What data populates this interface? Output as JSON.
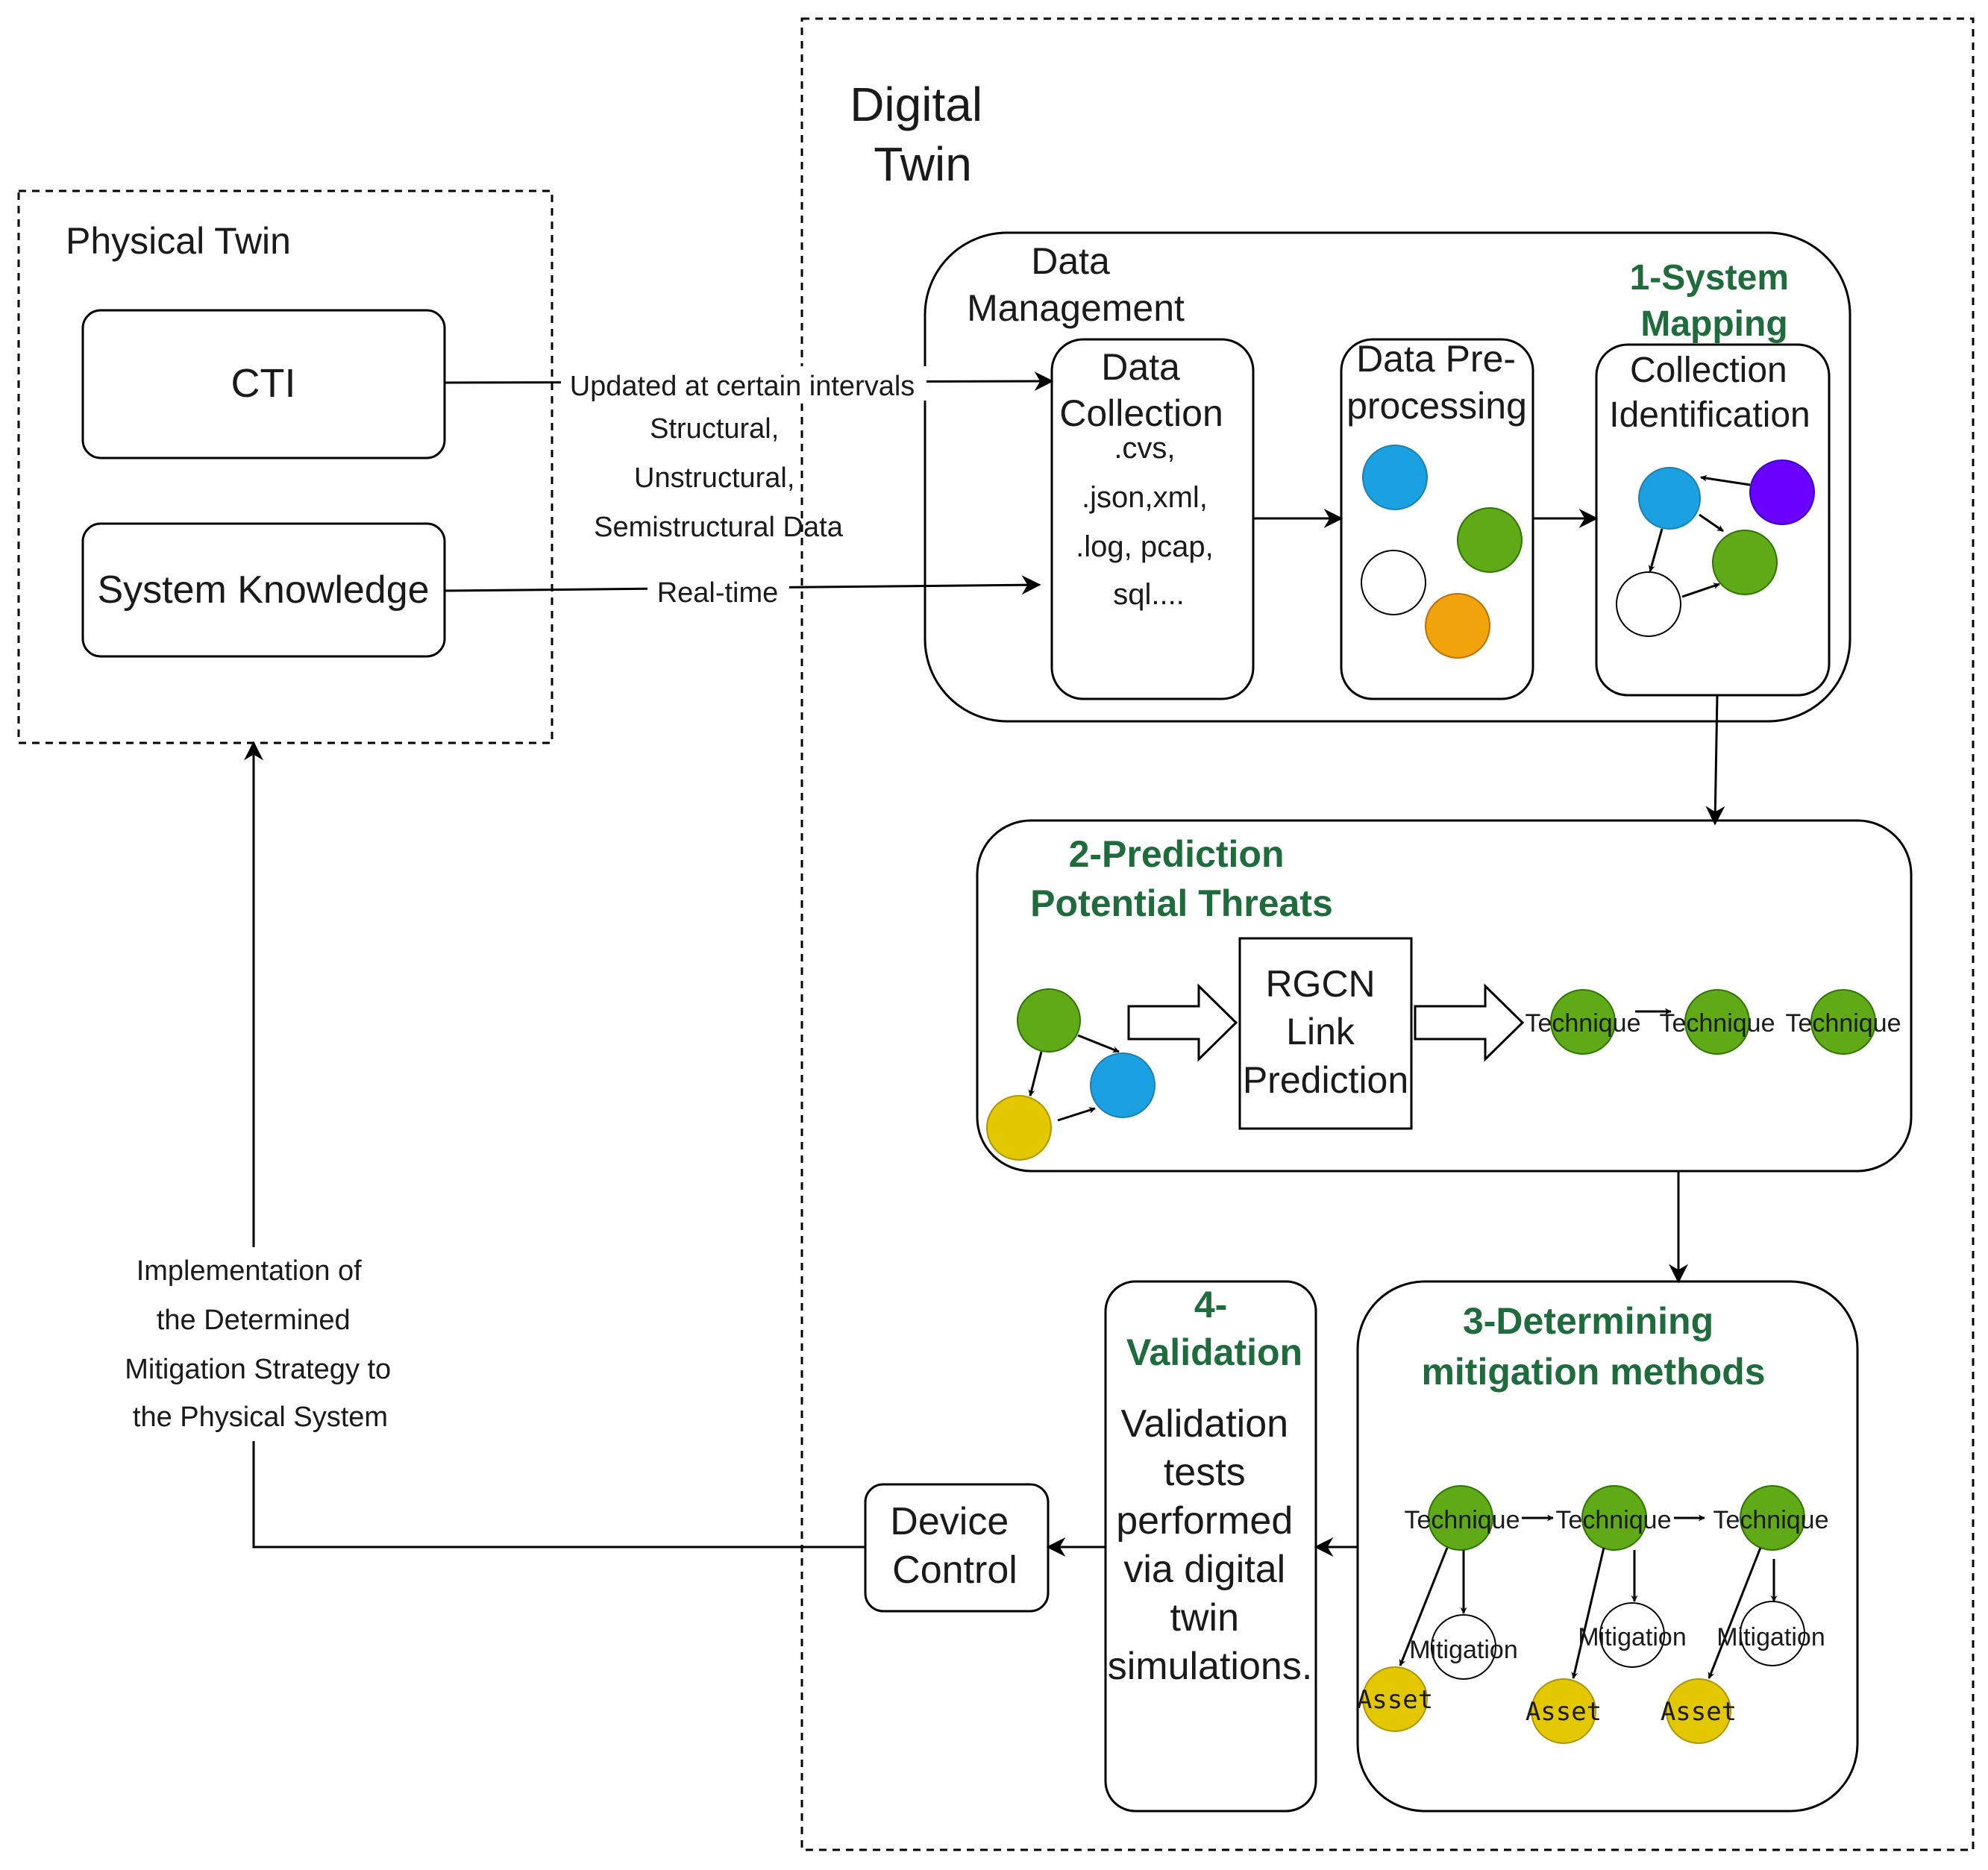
{
  "colors": {
    "heading_green": "#1e6b3c",
    "node_blue": "#1ba1e2",
    "node_green": "#60a917",
    "node_orange": "#f0a30a",
    "node_purple": "#6a00ff",
    "node_yellow": "#e3c800",
    "node_white": "#ffffff"
  },
  "physical_twin": {
    "title": "Physical Twin",
    "cti_label": "CTI",
    "system_knowledge_label": "System Knowledge"
  },
  "connections": {
    "cti_edge_label": "Updated at certain intervals",
    "data_types_lines": [
      "Structural,",
      "Unstructural,",
      "Semistructural Data"
    ],
    "system_knowledge_edge_label": "Real-time",
    "feedback_lines": [
      "Implementation of",
      "the Determined",
      "Mitigation Strategy to",
      "the Physical System"
    ]
  },
  "digital_twin": {
    "title_lines": [
      "Digital",
      "Twin"
    ],
    "data_management": {
      "title_lines": [
        "Data",
        "Management"
      ],
      "data_collection": {
        "title_lines": [
          "Data",
          "Collection"
        ],
        "formats_lines": [
          ".cvs,",
          ".json,xml,",
          ".log, pcap,",
          "sql...."
        ]
      },
      "data_preprocessing": {
        "title_lines": [
          "Data Pre-",
          "processing"
        ]
      },
      "system_mapping": {
        "heading_lines": [
          "1-System",
          "Mapping"
        ],
        "collection_identification_lines": [
          "Collection",
          "Identification"
        ]
      }
    },
    "prediction": {
      "heading_lines": [
        "2-Prediction",
        "Potential Threats"
      ],
      "rgcn_lines": [
        "RGCN",
        "Link",
        "Prediction"
      ],
      "technique_nodes": [
        "Technique",
        "Technique",
        "Technique"
      ]
    },
    "mitigation": {
      "heading_lines": [
        "3-Determining",
        "mitigation methods"
      ],
      "technique_nodes": [
        "Technique",
        "Technique",
        "Technique"
      ],
      "mitigation_nodes": [
        "Mitigation",
        "Mitigation",
        "Mitigation"
      ],
      "asset_nodes": [
        "Asset",
        "Asset",
        "Asset"
      ]
    },
    "validation": {
      "heading_lines": [
        "4-",
        "Validation"
      ],
      "body_lines": [
        "Validation",
        "tests",
        "performed",
        "via digital",
        "twin",
        "simulations."
      ]
    }
  },
  "device_control": {
    "title_lines": [
      "Device",
      "Control"
    ]
  }
}
